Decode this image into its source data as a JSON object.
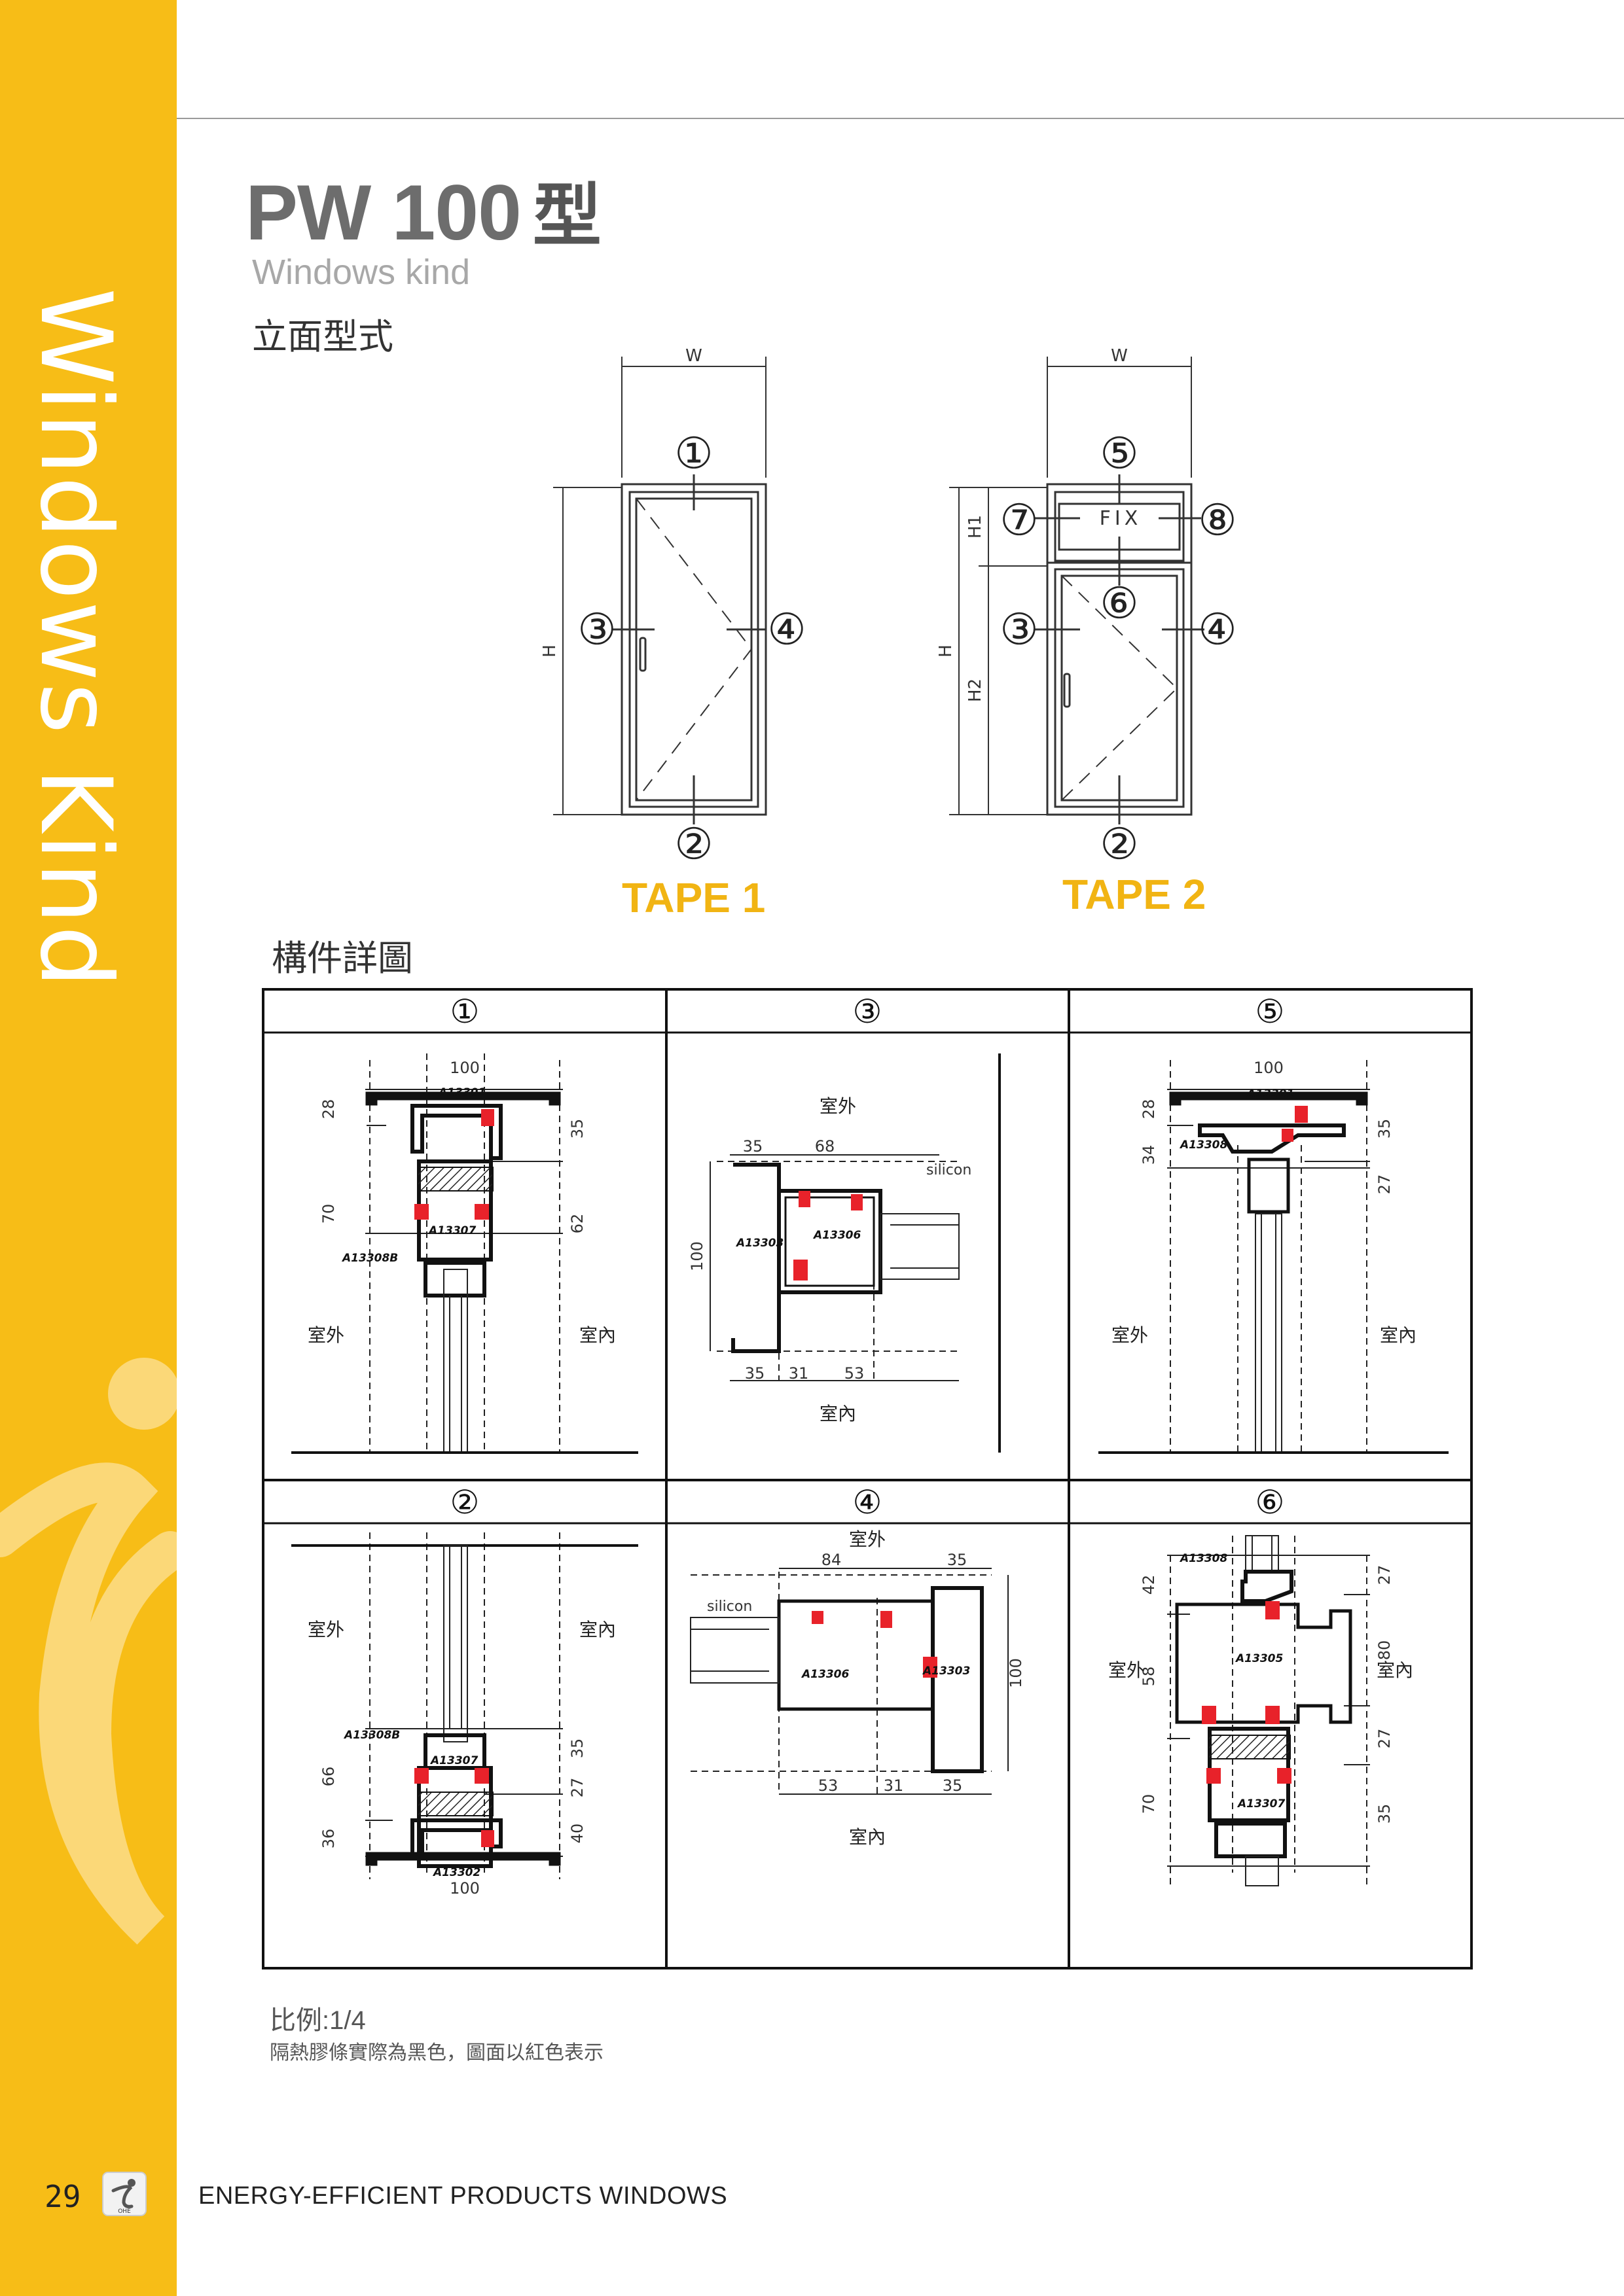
{
  "sidebar": {
    "vertical_title": "Windows Kind"
  },
  "header": {
    "model": "PW 100",
    "model_suffix": "型",
    "subtitle": "Windows kind"
  },
  "elevation": {
    "section_title": "立面型式",
    "tape1": {
      "label": "TAPE 1",
      "width_label": "W",
      "height_label": "H",
      "markers": [
        "①",
        "②",
        "③",
        "④"
      ]
    },
    "tape2": {
      "label": "TAPE 2",
      "width_label": "W",
      "height_label": "H",
      "h1_label": "H1",
      "h2_label": "H2",
      "fix_label": "FIX",
      "markers": [
        "⑤",
        "⑥",
        "⑦",
        "⑧",
        "③",
        "④",
        "②"
      ]
    }
  },
  "details": {
    "section_title": "構件詳圖",
    "outdoor": "室外",
    "indoor": "室內",
    "silicon": "silicon",
    "panels": [
      {
        "id": "①",
        "dims": [
          "100",
          "28",
          "35",
          "70",
          "62"
        ],
        "parts": [
          "A13301",
          "A13307",
          "A13308B"
        ]
      },
      {
        "id": "③",
        "dims": [
          "35",
          "68",
          "100",
          "35",
          "31",
          "53"
        ],
        "parts": [
          "A13303",
          "A13306"
        ]
      },
      {
        "id": "⑤",
        "dims": [
          "100",
          "28",
          "35",
          "34",
          "27"
        ],
        "parts": [
          "A13301",
          "A13308"
        ]
      },
      {
        "id": "②",
        "dims": [
          "66",
          "36",
          "35",
          "27",
          "40",
          "100"
        ],
        "parts": [
          "A13308B",
          "A13307",
          "A13302"
        ]
      },
      {
        "id": "④",
        "dims": [
          "84",
          "35",
          "100",
          "53",
          "31",
          "35"
        ],
        "parts": [
          "A13306",
          "A13303"
        ]
      },
      {
        "id": "⑥",
        "dims": [
          "42",
          "58",
          "70",
          "27",
          "80",
          "27",
          "35"
        ],
        "parts": [
          "A13308",
          "A13305",
          "A13307"
        ]
      }
    ]
  },
  "notes": {
    "scale": "比例:1/4",
    "remark": "隔熱膠條實際為黑色，圖面以紅色表示"
  },
  "footer": {
    "page_number": "29",
    "text": "ENERGY-EFFICIENT PRODUCTS  WINDOWS",
    "logo_text": "ОНЕ"
  }
}
